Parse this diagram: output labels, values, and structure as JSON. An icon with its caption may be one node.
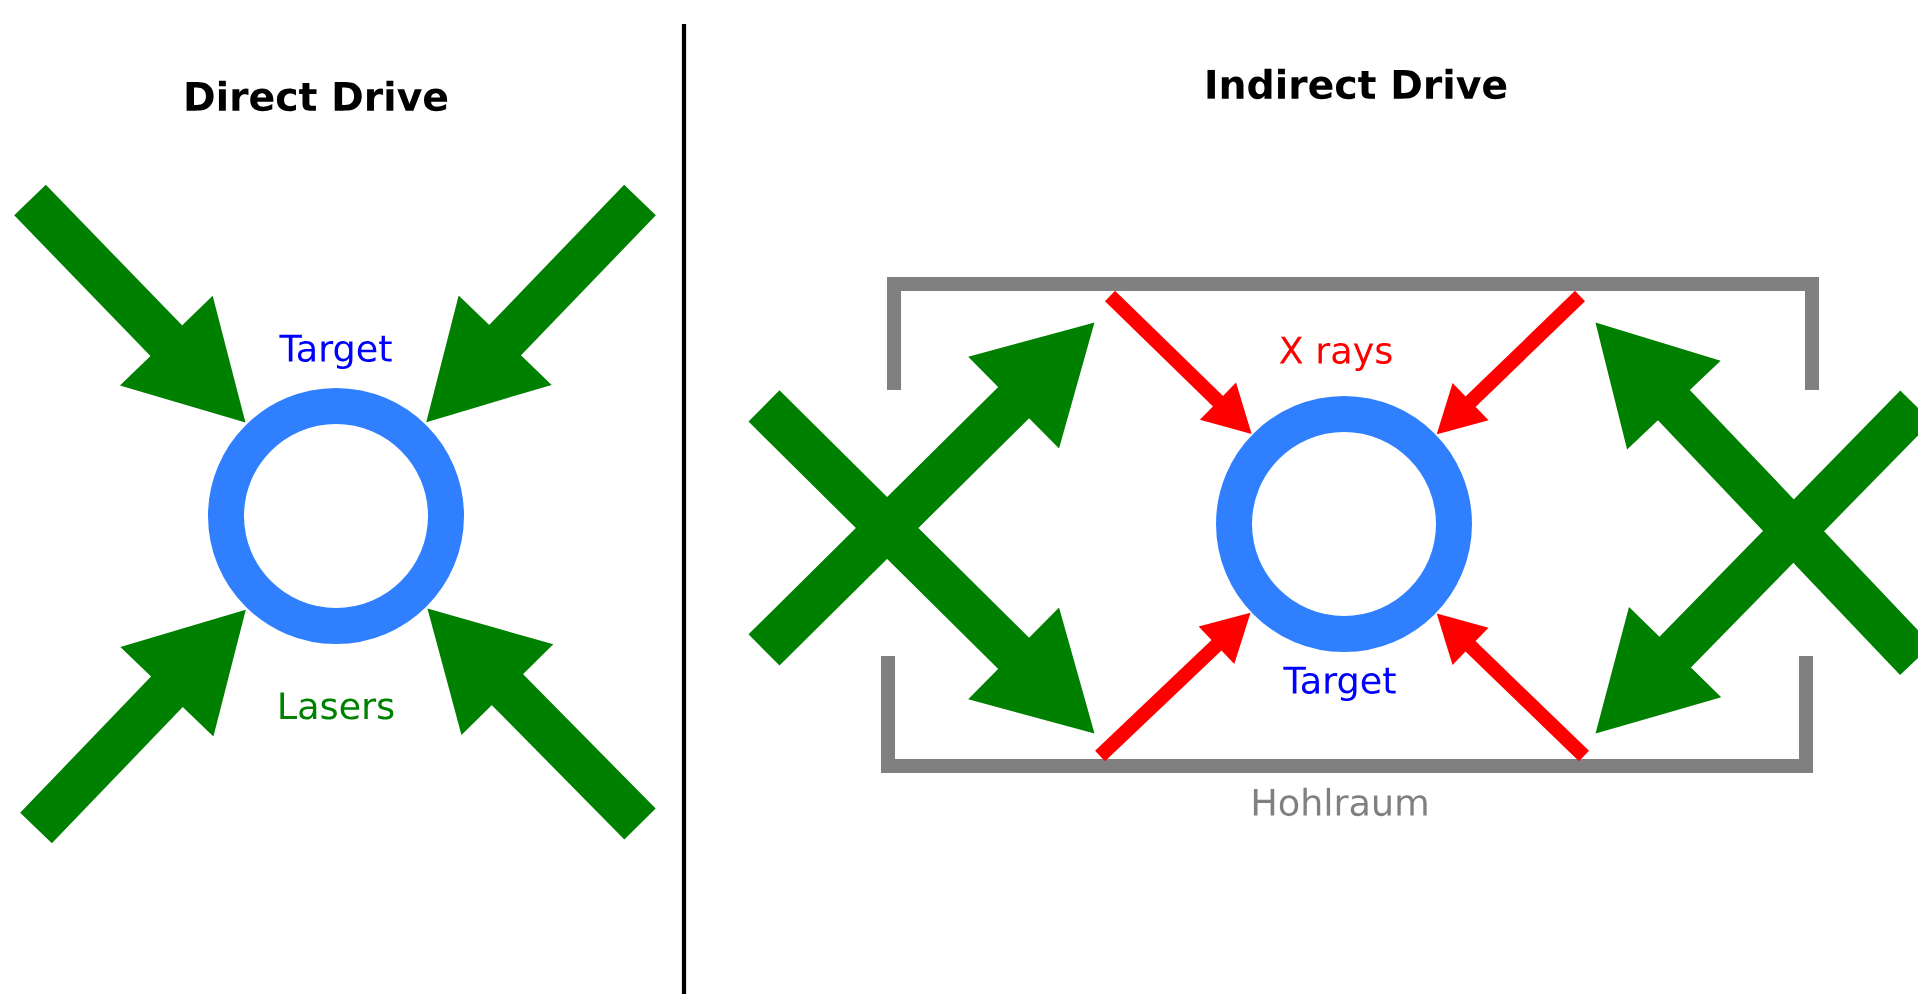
{
  "diagram": {
    "nodes": [
      {
        "text": [],
        "shape": "circle",
        "beside": [
          "Target"
        ]
      },
      {
        "text": [],
        "shape": "box",
        "beside": [
          "Hohlraum"
        ]
      },
      {
        "text": [],
        "shape": "circle",
        "in": 1,
        "beside": [
          "Target"
        ]
      }
    ],
    "edges": [
      {
        "from": null,
        "to": 0,
        "arrow": "to"
      },
      {
        "from": null,
        "to": 0,
        "arrow": "to"
      },
      {
        "from": null,
        "to": 0,
        "arrow": "to"
      },
      {
        "from": null,
        "to": 0,
        "arrow": "to"
      },
      {
        "from": null,
        "to": 1,
        "arrow": "to"
      },
      {
        "from": null,
        "to": 1,
        "arrow": "to"
      },
      {
        "from": null,
        "to": 1,
        "arrow": "to"
      },
      {
        "from": null,
        "to": 1,
        "arrow": "to"
      },
      {
        "from": null,
        "to": 2,
        "arrow": "to",
        "color": "#ff0000"
      },
      {
        "from": null,
        "to": 2,
        "arrow": "to",
        "color": "#ff0000"
      },
      {
        "from": null,
        "to": 2,
        "arrow": "to",
        "color": "#ff0000"
      },
      {
        "from": null,
        "to": 2,
        "arrow": "to",
        "color": "#ff0000"
      }
    ],
    "labels": [
      "Direct Drive",
      "Indirect Drive",
      "Lasers",
      "X rays"
    ]
  }
}
